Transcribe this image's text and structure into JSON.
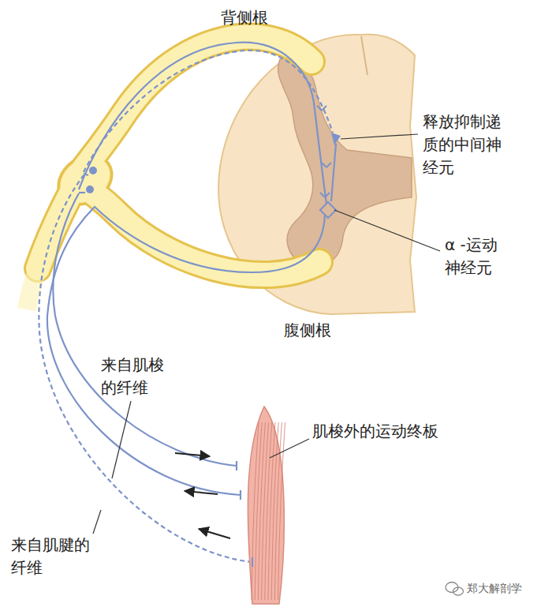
{
  "diagram": {
    "labels": [
      "背侧根",
      "释放抑制递 质的中间神 经元",
      "α -运动 神经元",
      "腹侧根",
      "来自肌梭 的纤维",
      "肌梭外的运动终板",
      "来自肌腱的 纤维",
      "郑大解剖学"
    ]
  }
}
